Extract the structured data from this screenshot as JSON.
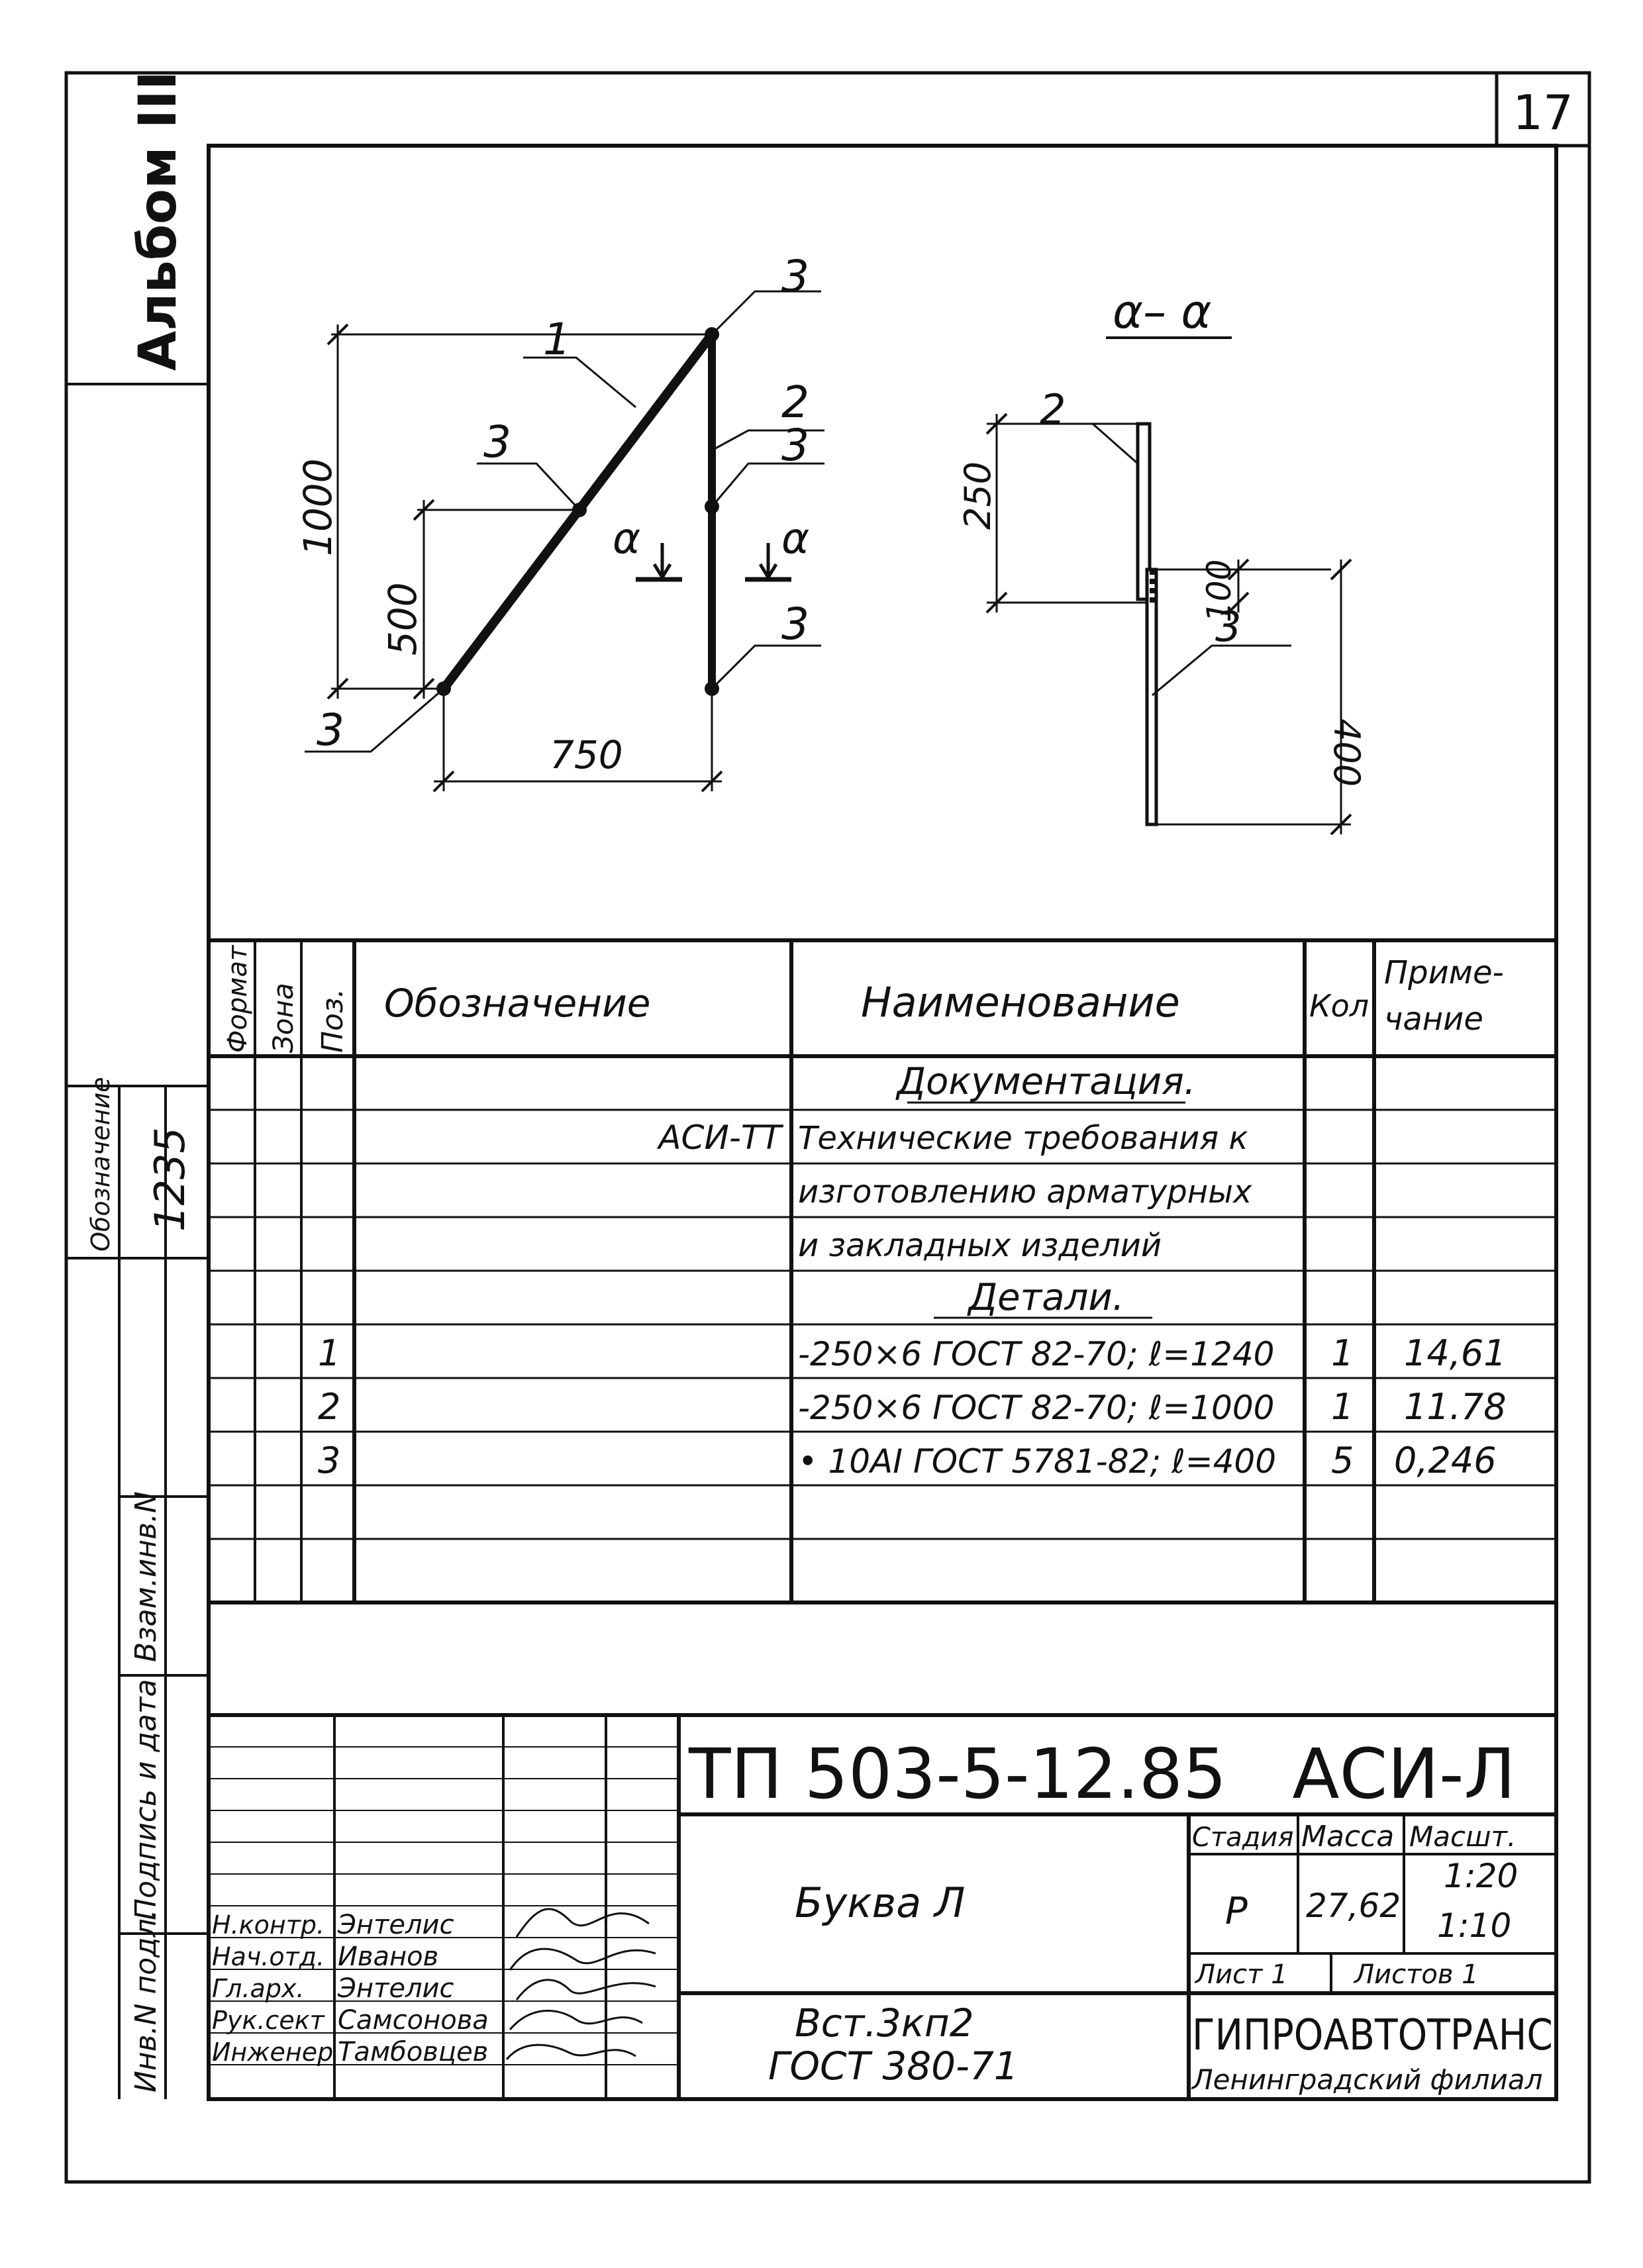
{
  "sheet_number": "17",
  "album_label": "Альбом III",
  "drawing": {
    "labels": {
      "pos_rod_top": "3",
      "pos_plate_diag": "1",
      "pos_rod_mid_diag": "3",
      "pos_plate_vert": "2",
      "pos_rod_mid_vert": "3",
      "pos_rod_bottom_vert": "3",
      "pos_rod_bottom_diag": "3",
      "section_mark_left": "α",
      "section_mark_right": "α",
      "dim_1000": "1000",
      "dim_500": "500",
      "dim_750": "750"
    },
    "section": {
      "title": "α– α",
      "pos_plate": "2",
      "pos_rod": "3",
      "dim_250": "250",
      "dim_100": "100",
      "dim_400": "400"
    }
  },
  "spec_table": {
    "headers": {
      "format": "Формат",
      "zone": "Зона",
      "pos": "Поз.",
      "designation": "Обозначение",
      "name": "Наименование",
      "qty": "Кол",
      "note_line1": "Приме-",
      "note_line2": "чание"
    },
    "rows": [
      {
        "pos": "",
        "designation": "",
        "name": "Документация.",
        "qty": "",
        "note": ""
      },
      {
        "pos": "",
        "designation": "АСИ-ТТ",
        "name": "Технические требования к",
        "qty": "",
        "note": ""
      },
      {
        "pos": "",
        "designation": "",
        "name": "изготовлению арматурных",
        "qty": "",
        "note": ""
      },
      {
        "pos": "",
        "designation": "",
        "name": "и закладных изделий",
        "qty": "",
        "note": ""
      },
      {
        "pos": "",
        "designation": "",
        "name": "Детали.",
        "qty": "",
        "note": ""
      },
      {
        "pos": "1",
        "designation": "",
        "name": "-250×6 ГОСТ 82-70; ℓ=1240",
        "qty": "1",
        "note": "14,61"
      },
      {
        "pos": "2",
        "designation": "",
        "name": "-250×6 ГОСТ 82-70; ℓ=1000",
        "qty": "1",
        "note": "11.78"
      },
      {
        "pos": "3",
        "designation": "",
        "name": "• 10AI ГОСТ 5781-82; ℓ=400",
        "qty": "5",
        "note": "0,246"
      },
      {
        "pos": "",
        "designation": "",
        "name": "",
        "qty": "",
        "note": ""
      },
      {
        "pos": "",
        "designation": "",
        "name": "",
        "qty": "",
        "note": ""
      }
    ]
  },
  "side_stamp": {
    "obozn_label": "Обозначение",
    "obozn_value": "1235",
    "vzam_label": "Взам.инв.N",
    "podpis_label": "Подпись и дата",
    "inv_label": "Инв.N подл."
  },
  "title_block": {
    "doc_code": "ТП 503-5-12.85   АСИ-Л",
    "item_name": "Буква Л",
    "material_line1": "Вст.3кп2",
    "material_line2": "ГОСТ 380-71",
    "stage_label": "Стадия",
    "mass_label": "Масса",
    "scale_label": "Масшт.",
    "stage_value": "Р",
    "mass_value": "27,62",
    "scale_value_1": "1:20",
    "scale_value_2": "1:10",
    "sheet_label": "Лист 1",
    "sheets_label": "Листов 1",
    "org_name": "ГИПРОАВТОТРАНС",
    "org_branch": "Ленинградский филиал",
    "signers": [
      {
        "role": "Н.контр.",
        "name": "Энтелис"
      },
      {
        "role": "Нач.отд.",
        "name": "Иванов"
      },
      {
        "role": "Гл.арх.",
        "name": "Энтелис"
      },
      {
        "role": "Рук.сект",
        "name": "Самсонова"
      },
      {
        "role": "Инженер",
        "name": "Тамбовцев"
      }
    ]
  }
}
